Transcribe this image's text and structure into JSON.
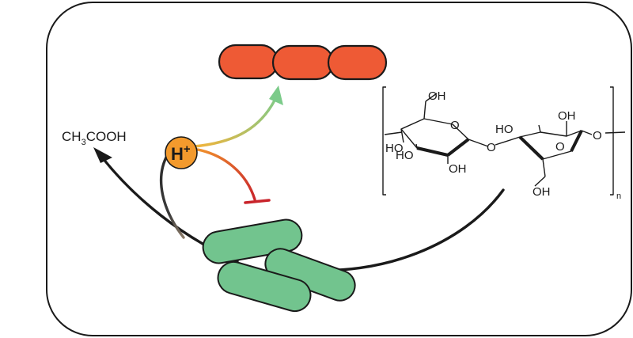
{
  "labels": {
    "acetic_acid_main": "CH",
    "acetic_acid_sub": "3",
    "acetic_acid_rest": "COOH",
    "proton_main": "H",
    "proton_sup": "+",
    "repeat_index": "n"
  },
  "cellulose_atoms": {
    "oh_top_left": "OH",
    "ho_left": "HO",
    "o_ring_left": "O",
    "oh_bottom_left_a": "HO",
    "oh_bottom_left_b": "OH",
    "o_bridge": "O",
    "ho_right": "HO",
    "oh_top_right": "OH",
    "o_ring_right": "O",
    "o_end": "O",
    "oh_bottom_right": "OH"
  },
  "colors": {
    "frame": "#1a1a1a",
    "orange_cells": "#ee5a35",
    "green_cells": "#72c48e",
    "proton": "#f39a2d",
    "inhibit": "#c9242b",
    "promote_start": "#f0b43c",
    "promote_end": "#7ccb8a"
  }
}
